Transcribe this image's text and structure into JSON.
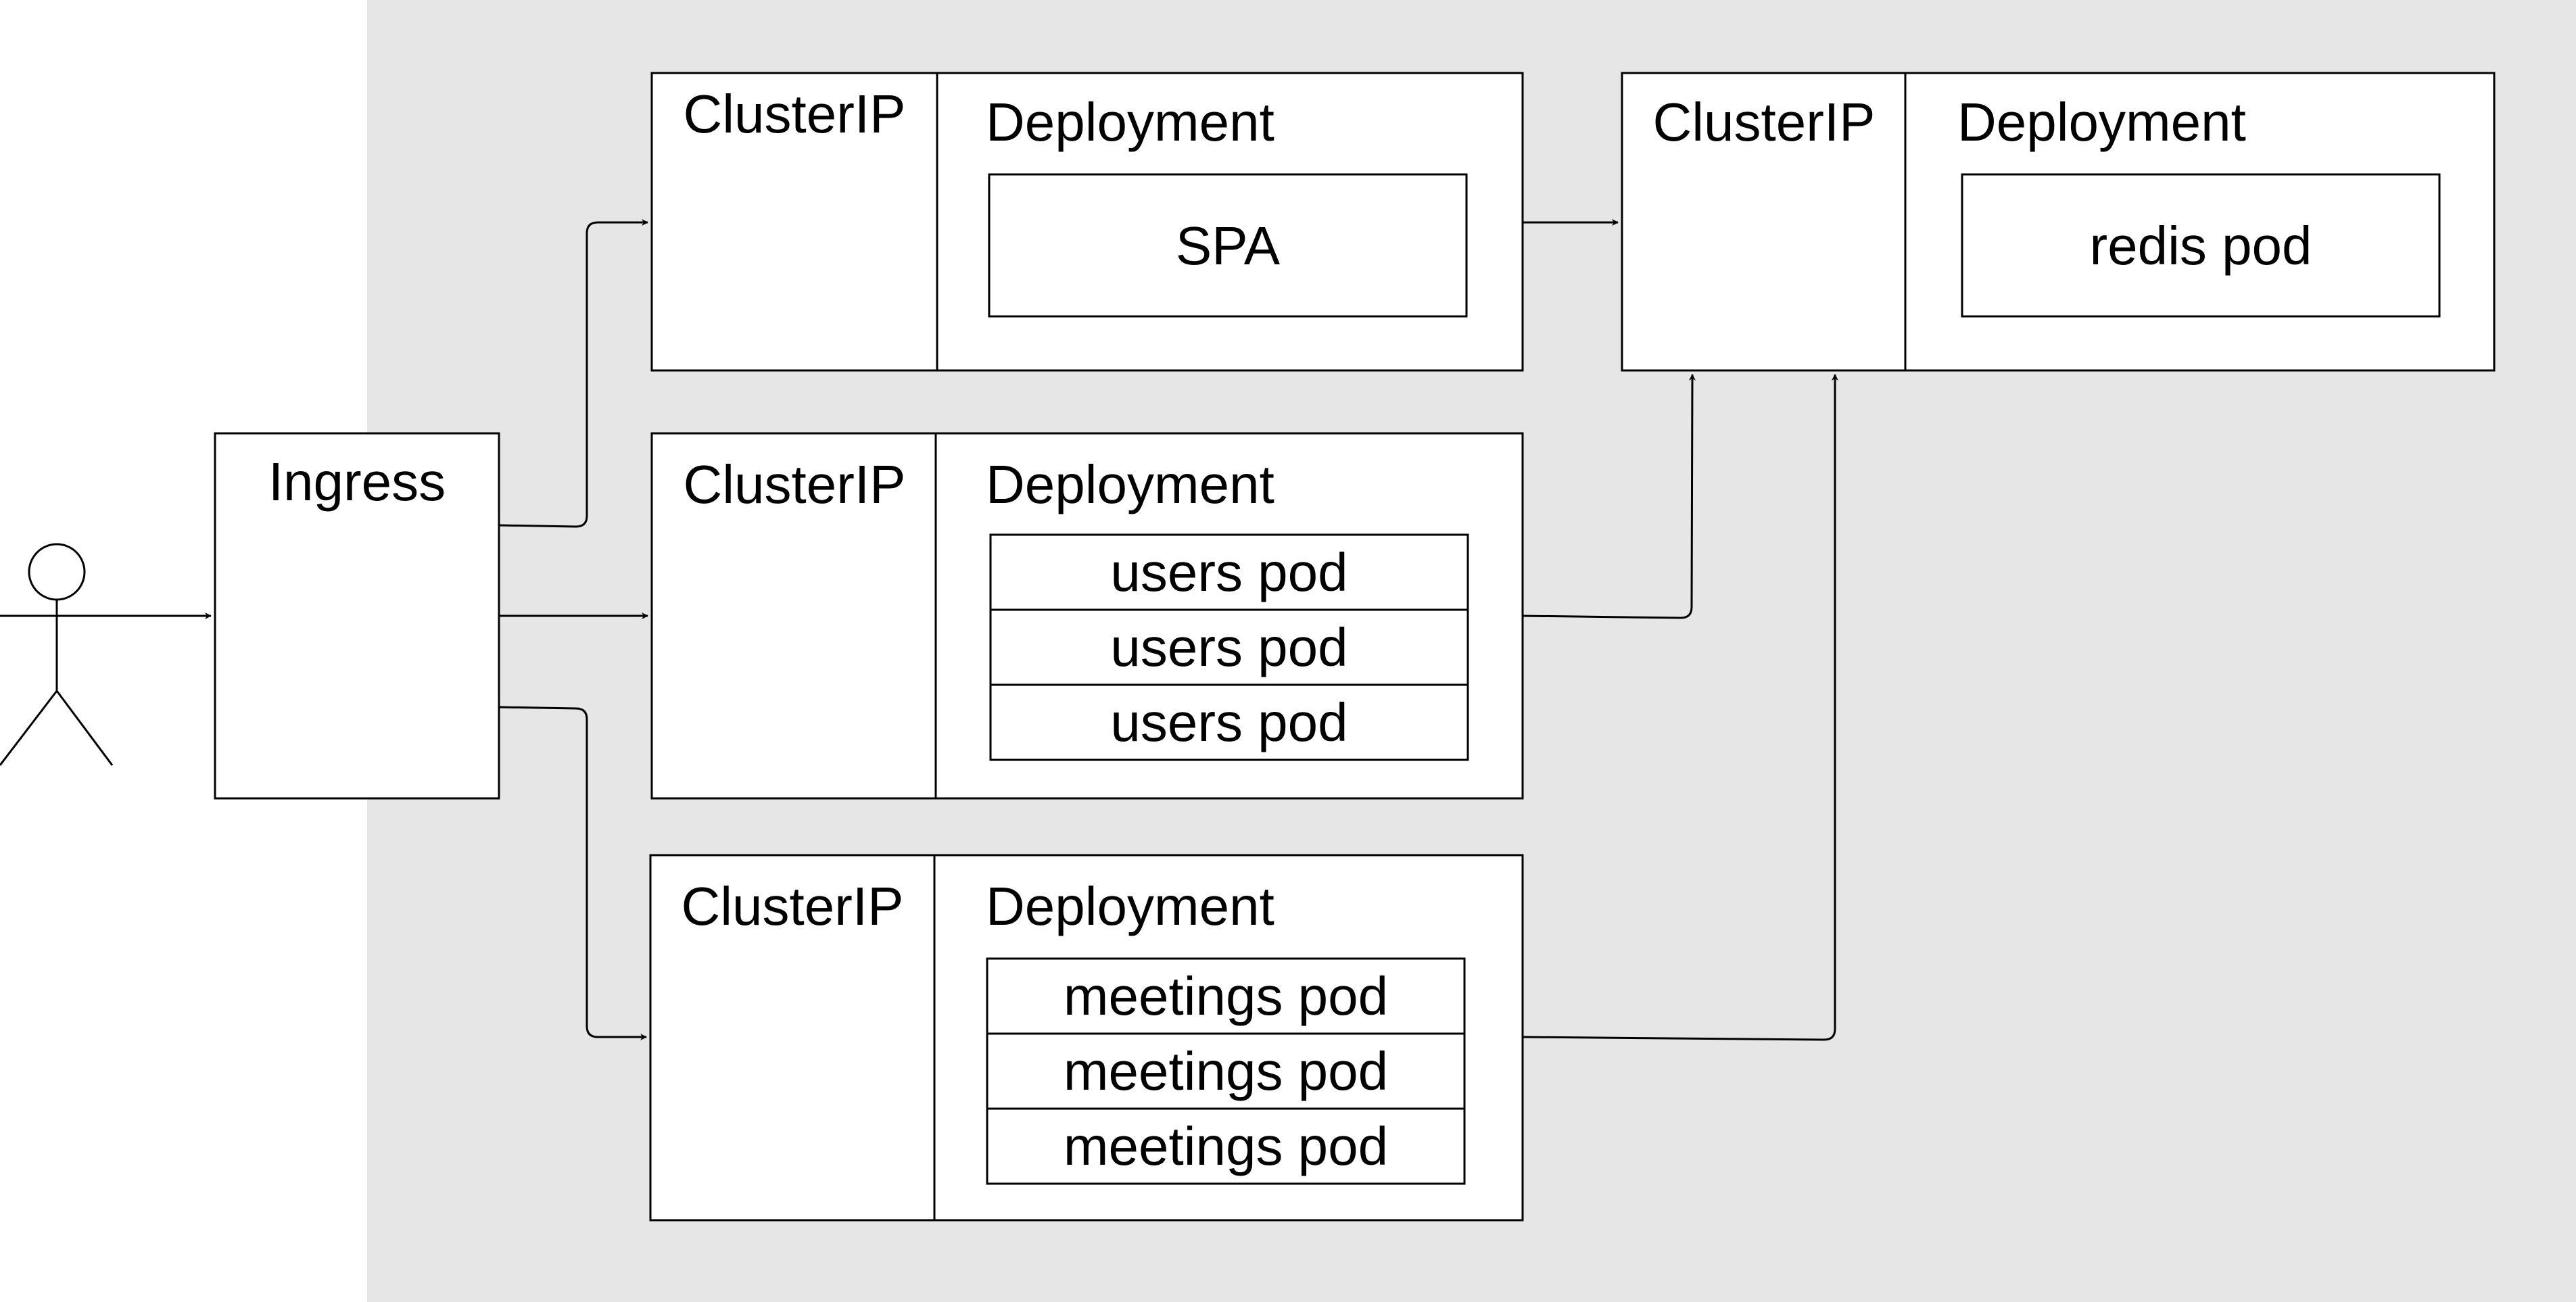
{
  "colors": {
    "background": "#ffffff",
    "cluster_area": "#e6e6e6",
    "box_fill": "#ffffff",
    "stroke": "#000000"
  },
  "actor": {
    "icon": "stick-figure-user-icon"
  },
  "ingress": {
    "label": "Ingress"
  },
  "services": [
    {
      "service_label": "ClusterIP",
      "deployment_label": "Deployment",
      "pods": [
        "SPA"
      ]
    },
    {
      "service_label": "ClusterIP",
      "deployment_label": "Deployment",
      "pods": [
        "users pod",
        "users pod",
        "users pod"
      ]
    },
    {
      "service_label": "ClusterIP",
      "deployment_label": "Deployment",
      "pods": [
        "meetings pod",
        "meetings pod",
        "meetings pod"
      ]
    },
    {
      "service_label": "ClusterIP",
      "deployment_label": "Deployment",
      "pods": [
        "redis pod"
      ]
    }
  ],
  "connections": [
    {
      "from": "user",
      "to": "ingress"
    },
    {
      "from": "ingress",
      "to": "spa-service"
    },
    {
      "from": "ingress",
      "to": "users-service"
    },
    {
      "from": "ingress",
      "to": "meetings-service"
    },
    {
      "from": "spa-service",
      "to": "redis-service"
    },
    {
      "from": "users-service",
      "to": "redis-service"
    },
    {
      "from": "meetings-service",
      "to": "redis-service"
    }
  ]
}
